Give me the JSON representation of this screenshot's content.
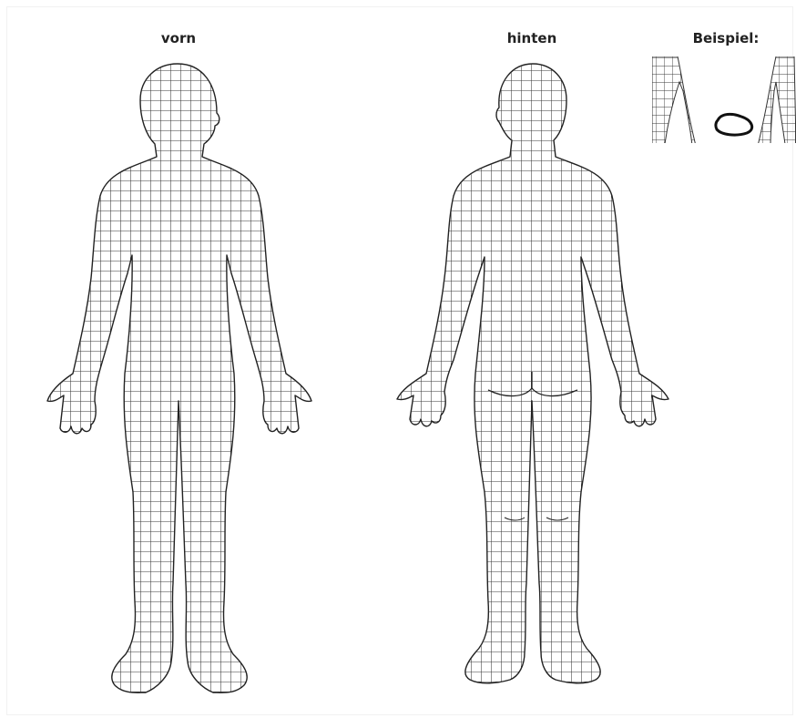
{
  "labels": {
    "front": "vorn",
    "back": "hinten",
    "example": "Beispiel:"
  },
  "colors": {
    "grid": "#3a3a3a",
    "outline": "#222222",
    "marker": "#111111",
    "background": "#ffffff"
  },
  "icons": [
    "body-front-figure",
    "body-back-figure",
    "example-skin-patch"
  ]
}
